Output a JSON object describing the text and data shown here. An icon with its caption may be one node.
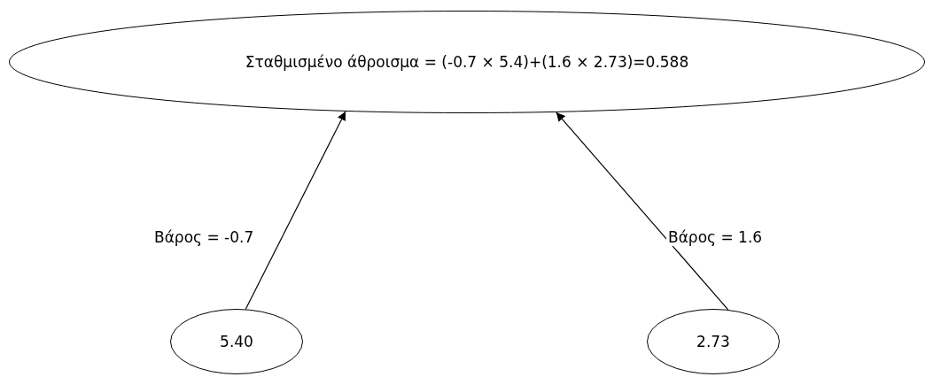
{
  "diagram": {
    "nodes": [
      {
        "text": [
          "Σταθμισμένο άθροισμα = (-0.7 × 5.4)+(1.6 × 2.73)=0.588"
        ]
      },
      {
        "text": [
          "5.40"
        ]
      },
      {
        "text": [
          "2.73"
        ]
      }
    ],
    "edges": [
      {
        "from": 1,
        "to": 0,
        "arrow": "to",
        "label": "Βάρος = -0.7"
      },
      {
        "from": 2,
        "to": 0,
        "arrow": "to",
        "label": "Βάρος = 1.6"
      }
    ]
  }
}
